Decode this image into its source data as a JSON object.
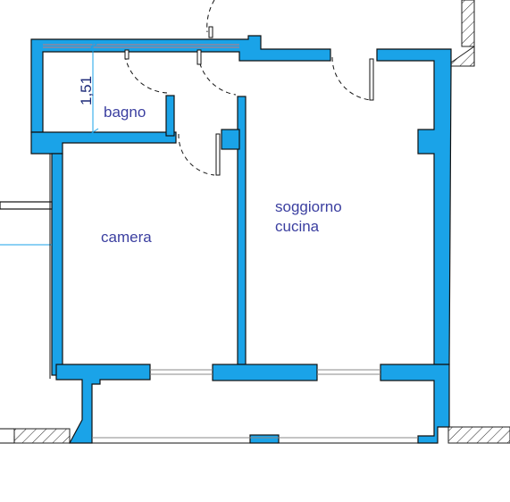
{
  "rooms": {
    "bagno": "bagno",
    "camera": "camera",
    "living": [
      "soggiorno",
      "cucina"
    ]
  },
  "dimension": "1,51",
  "colors": {
    "wall": "#1aa3e8",
    "outline": "#111111",
    "text": "#3b3fa0",
    "dimension_text": "#1c2a78",
    "hatch": "#222222"
  }
}
